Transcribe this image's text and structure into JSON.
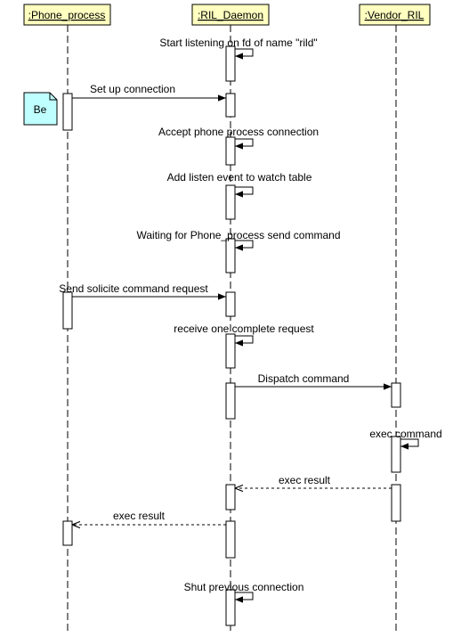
{
  "colors": {
    "participant_fill": "#ffffc0",
    "participant_stroke": "#000000",
    "note_fill": "#c0ffff",
    "line": "#000000"
  },
  "participants": [
    {
      "id": "phone",
      "label": ":Phone_process"
    },
    {
      "id": "ril",
      "label": ":RIL_Daemon"
    },
    {
      "id": "vendor",
      "label": ":Vendor_RIL"
    }
  ],
  "note": {
    "label": "Be"
  },
  "messages": [
    {
      "id": "m1",
      "label": "Start listening on fd of name \"rild\"",
      "kind": "self",
      "from": "ril",
      "to": "ril"
    },
    {
      "id": "m2",
      "label": "Set up connection",
      "kind": "sync",
      "from": "phone",
      "to": "ril"
    },
    {
      "id": "m3",
      "label": "Accept phone process connection",
      "kind": "self",
      "from": "ril",
      "to": "ril"
    },
    {
      "id": "m4",
      "label": "Add listen event to watch table",
      "kind": "self",
      "from": "ril",
      "to": "ril"
    },
    {
      "id": "m5",
      "label": "Waiting for Phone_process send command",
      "kind": "self",
      "from": "ril",
      "to": "ril"
    },
    {
      "id": "m6",
      "label": "Send solicite command request",
      "kind": "sync",
      "from": "phone",
      "to": "ril"
    },
    {
      "id": "m7",
      "label": "receive one complete request",
      "kind": "self",
      "from": "ril",
      "to": "ril"
    },
    {
      "id": "m8",
      "label": "Dispatch command",
      "kind": "sync",
      "from": "ril",
      "to": "vendor"
    },
    {
      "id": "m9",
      "label": "exec command",
      "kind": "self",
      "from": "vendor",
      "to": "vendor"
    },
    {
      "id": "m10",
      "label": "exec result",
      "kind": "return",
      "from": "vendor",
      "to": "ril"
    },
    {
      "id": "m11",
      "label": "exec result",
      "kind": "return",
      "from": "ril",
      "to": "phone"
    },
    {
      "id": "m12",
      "label": "Shut previous connection",
      "kind": "self",
      "from": "ril",
      "to": "ril"
    }
  ]
}
